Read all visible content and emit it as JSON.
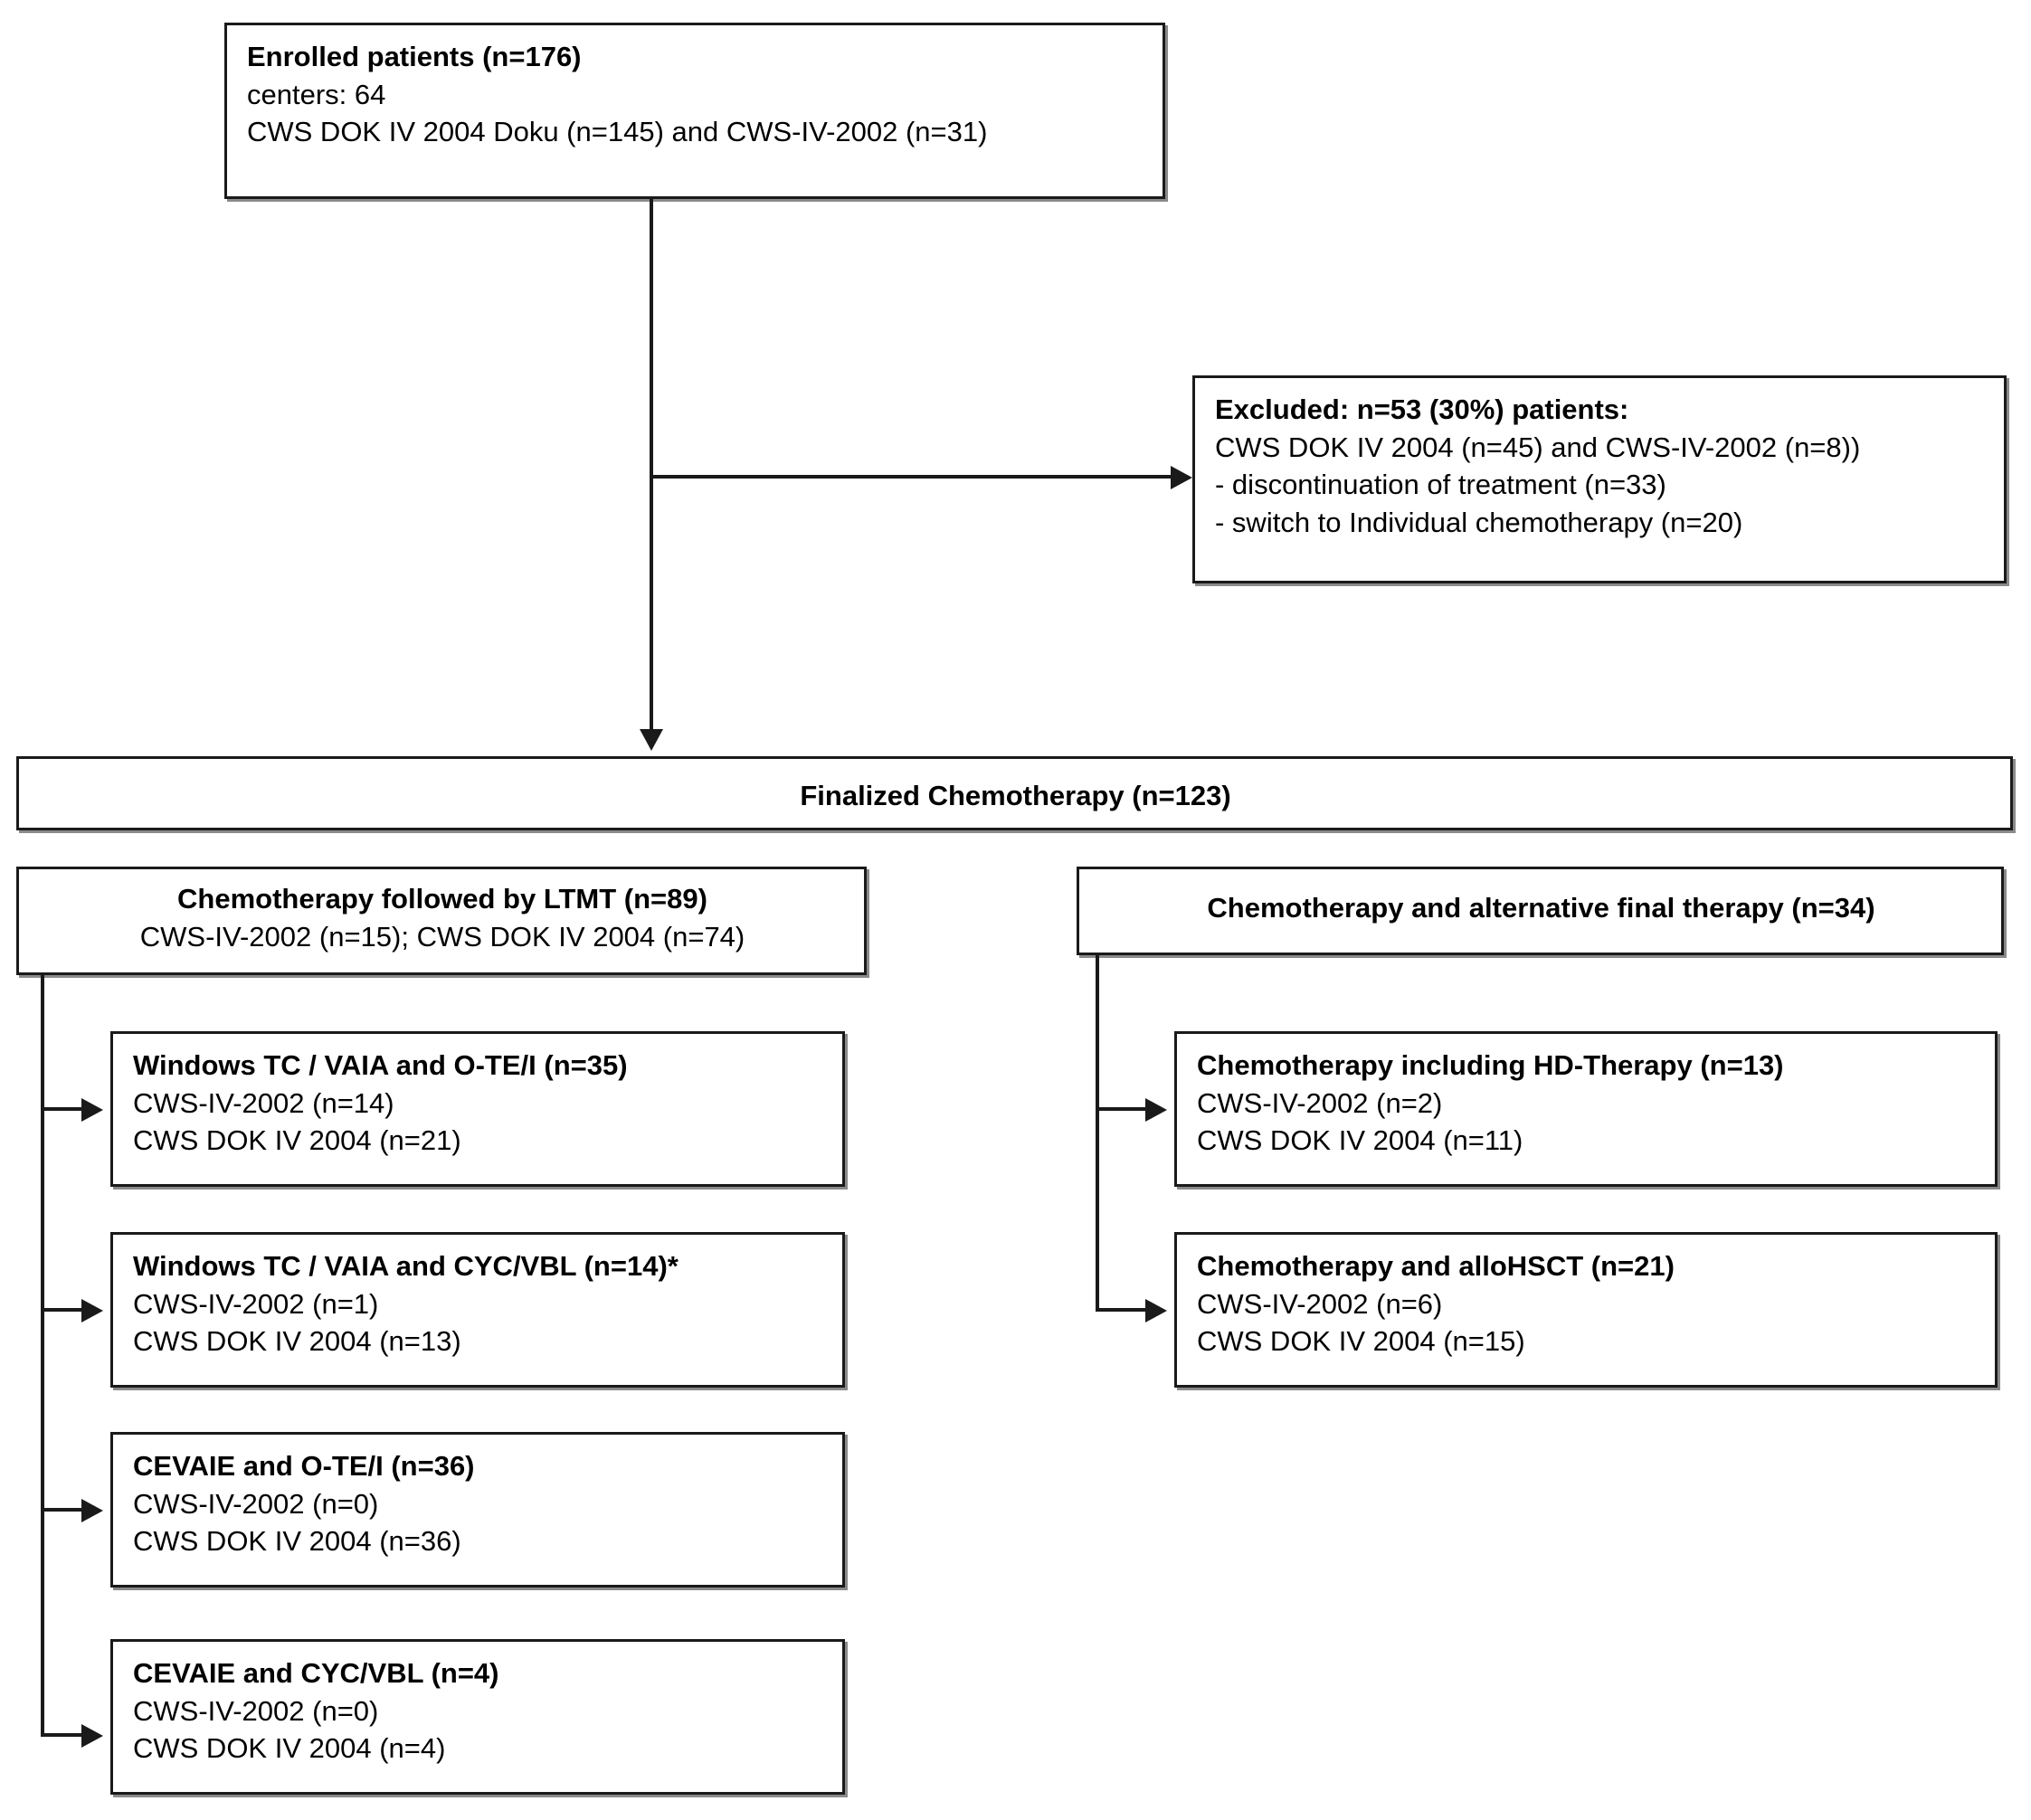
{
  "diagram": {
    "type": "flowchart",
    "title": "Patient enrollment and treatment flow",
    "nodes": {
      "enrolled": {
        "title": "Enrolled patients (n=176)",
        "line2": "centers: 64",
        "line3": "CWS DOK IV 2004 Doku (n=145) and CWS-IV-2002 (n=31)"
      },
      "excluded": {
        "title": "Excluded: n=53 (30%) patients:",
        "line2": "CWS DOK IV 2004 (n=45) and CWS-IV-2002 (n=8))",
        "line3": "- discontinuation of treatment (n=33)",
        "line4": "- switch to Individual chemotherapy (n=20)"
      },
      "finalized": {
        "title": "Finalized Chemotherapy (n=123)"
      },
      "ltmt": {
        "title": "Chemotherapy followed by LTMT (n=89)",
        "line2": "CWS-IV-2002 (n=15); CWS DOK IV 2004 (n=74)"
      },
      "alternative": {
        "title": "Chemotherapy and alternative final therapy (n=34)"
      },
      "left_children": [
        {
          "title": "Windows TC / VAIA and O-TE/I (n=35)",
          "line2": "CWS-IV-2002 (n=14)",
          "line3": "CWS DOK IV 2004 (n=21)"
        },
        {
          "title": "Windows TC / VAIA and CYC/VBL (n=14)*",
          "line2": "CWS-IV-2002 (n=1)",
          "line3": "CWS DOK IV 2004 (n=13)"
        },
        {
          "title": "CEVAIE and O-TE/I (n=36)",
          "line2": "CWS-IV-2002 (n=0)",
          "line3": "CWS DOK IV 2004 (n=36)"
        },
        {
          "title": "CEVAIE and CYC/VBL (n=4)",
          "line2": "CWS-IV-2002 (n=0)",
          "line3": "CWS DOK IV 2004 (n=4)"
        }
      ],
      "right_children": [
        {
          "title": "Chemotherapy including HD-Therapy (n=13)",
          "line2": "CWS-IV-2002 (n=2)",
          "line3": "CWS DOK IV 2004 (n=11)"
        },
        {
          "title": "Chemotherapy and alloHSCT (n=21)",
          "line2": "CWS-IV-2002 (n=6)",
          "line3": "CWS DOK IV 2004 (n=15)"
        }
      ]
    },
    "colors": {
      "stroke": "#1a1a1a",
      "shadow": "#8a8a8a",
      "background": "#ffffff",
      "text": "#000000"
    }
  }
}
